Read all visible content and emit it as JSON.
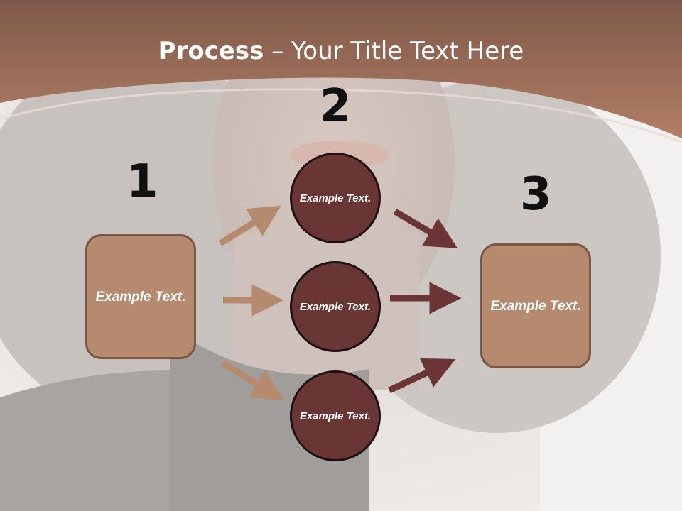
{
  "title": {
    "bold": "Process",
    "dash": " – ",
    "rest": "Your Title Text Here"
  },
  "steps": [
    {
      "number": "1",
      "text": "Example Text."
    },
    {
      "number": "2",
      "text": ""
    },
    {
      "number": "3",
      "text": "Example Text."
    }
  ],
  "nodes": [
    {
      "text": "Example Text."
    },
    {
      "text": "Example Text."
    },
    {
      "text": "Example Text."
    }
  ],
  "colors": {
    "header": "#9e6b56",
    "box_fill": "#b58a6f",
    "circle_fill": "#6a3535",
    "arrow_light": "#b58a6f",
    "arrow_dark": "#6b3535"
  },
  "icons": [
    "arrow-up-right-icon",
    "arrow-right-icon",
    "arrow-down-right-icon"
  ]
}
